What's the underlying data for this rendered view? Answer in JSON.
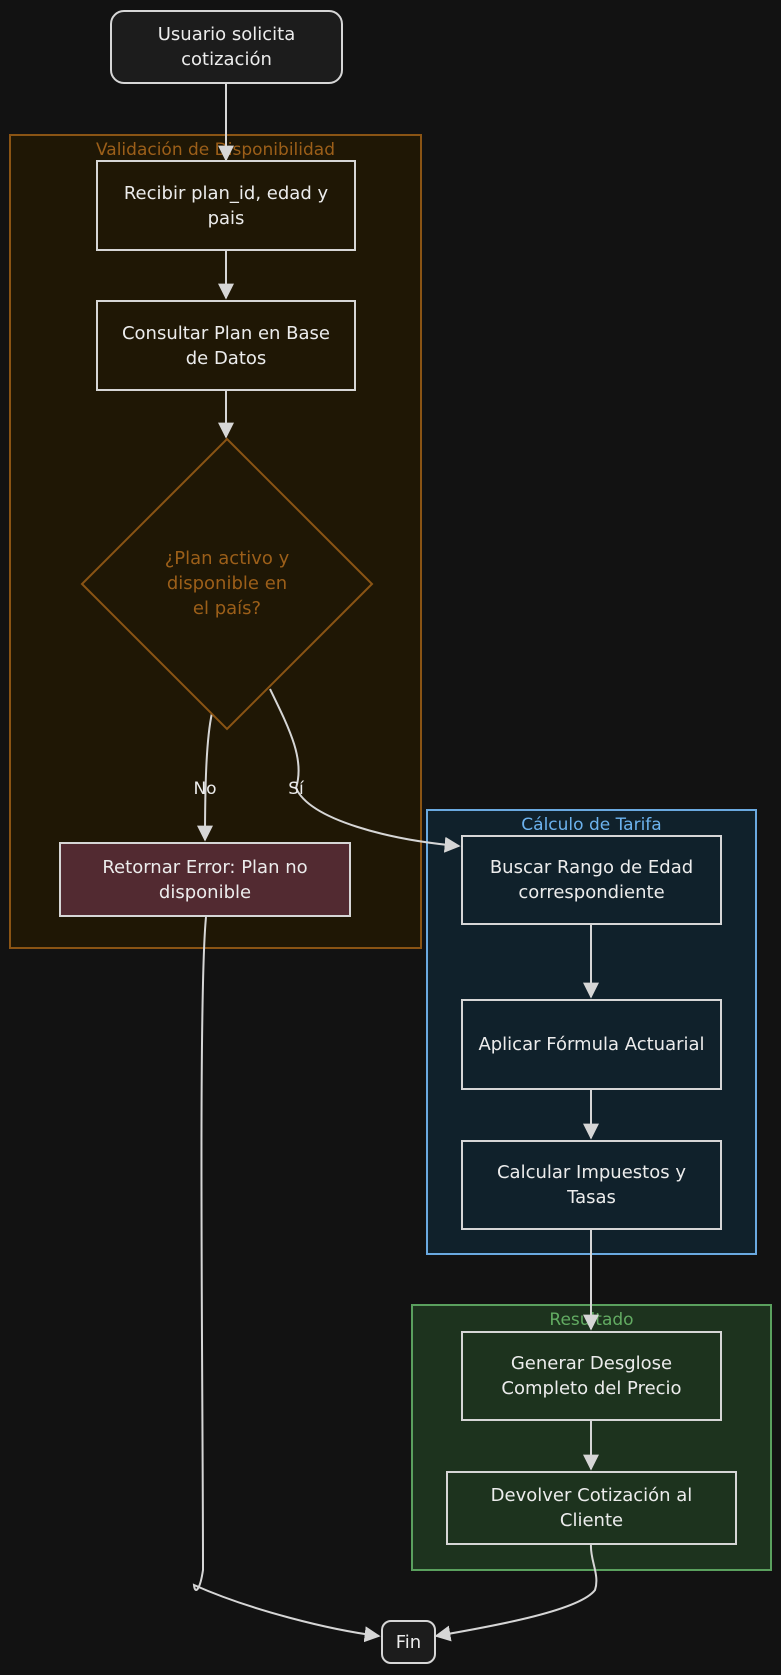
{
  "clusters": {
    "validation": {
      "label": "Validación de Disponibilidad"
    },
    "tariff": {
      "label": "Cálculo de Tarifa"
    },
    "result": {
      "label": "Resultado"
    }
  },
  "nodes": {
    "start": "Usuario solicita cotización",
    "receive": "Recibir plan_id, edad y pais",
    "query": "Consultar Plan en Base de Datos",
    "decision": "¿Plan activo y disponible en el país?",
    "error": "Retornar Error: Plan no disponible",
    "age_range": "Buscar Rango de Edad correspondiente",
    "formula": "Aplicar Fórmula Actuarial",
    "taxes": "Calcular Impuestos y Tasas",
    "breakdown": "Generar Desglose Completo del Precio",
    "return_quote": "Devolver Cotización al Cliente",
    "end": "Fin"
  },
  "edge_labels": {
    "no": "No",
    "yes": "Sí"
  },
  "colors": {
    "background": "#121212",
    "validation_fill": "#1f1705",
    "validation_border": "#8a5414",
    "validation_text": "#9c5f19",
    "tariff_fill": "#10212b",
    "tariff_border": "#6aa9e0",
    "tariff_text": "#6cb2ee",
    "result_fill": "#1d331e",
    "result_border": "#5aa05e",
    "result_text": "#62ab62",
    "error_fill": "#522a31",
    "node_border": "#d6d6d6",
    "edge": "#d6d6d6"
  }
}
